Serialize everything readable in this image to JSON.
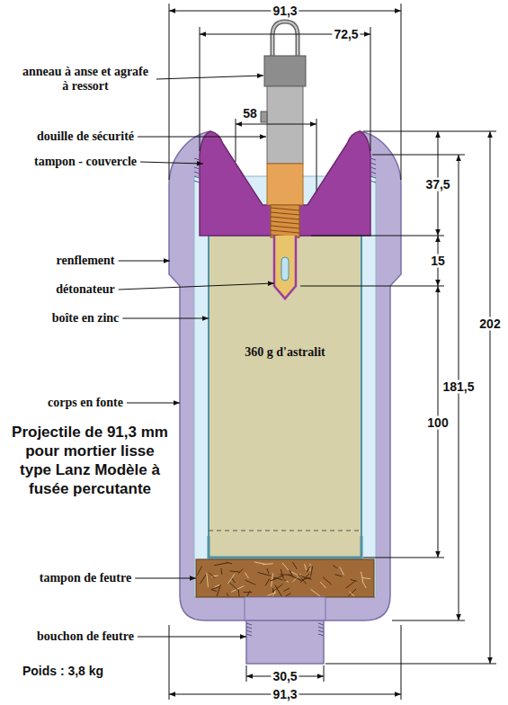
{
  "diagram": {
    "title": "Projectile de 91,3 mm pour mortier lisse type Lanz Modèle à fusée percutante",
    "labels": [
      "91,3",
      "72,5",
      "anneau à anse et agrafe à ressort",
      "douille de sécurité",
      "58",
      "tampon - couvercle",
      "37,5",
      "15",
      "renflement",
      "détonateur",
      "boîte en zinc",
      "360 g d'astralit",
      "corps en fonte",
      "202",
      "181,5",
      "100",
      "tampon de feutre",
      "bouchon de feutre",
      "Poids : 3,8 kg",
      "30,5",
      "91,3"
    ]
  }
}
